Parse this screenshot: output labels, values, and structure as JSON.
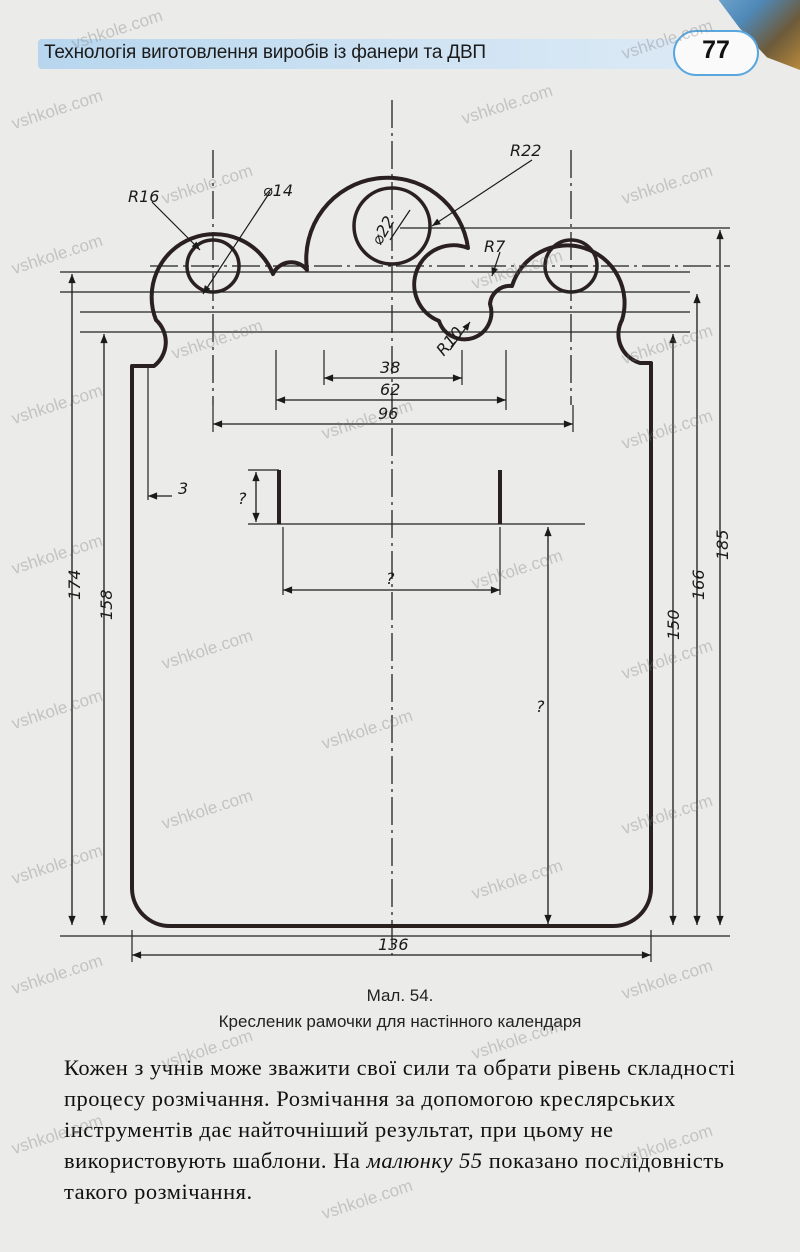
{
  "header": {
    "title": "Технологія виготовлення виробів із фанери та ДВП",
    "page_number": "77"
  },
  "figure": {
    "number_label": "Мал. 54.",
    "caption": "Кресленик рамочки для настінного календаря",
    "dimensions": {
      "r16": "R16",
      "d14": "⌀14",
      "r22": "R22",
      "d22": "⌀22",
      "r7": "R7",
      "r10": "R10",
      "w38": "38",
      "w62": "62",
      "w96": "96",
      "w136": "136",
      "h174": "174",
      "h158": "158",
      "h150": "150",
      "h166": "166",
      "h185": "185",
      "t3": "3",
      "unknown_slot_h": "?",
      "unknown_slot_w": "?",
      "unknown_depth": "?"
    }
  },
  "body": {
    "part1": "Кожен з учнів може зважити свої сили та обрати рівень складності процесу розмічання. Розмічання за допомогою креслярських інструментів дає найточніший результат, при цьому не використовують шаблони. На ",
    "italic_ref": "малюнку 55",
    "part2": " показано послідовність такого розмічання."
  },
  "watermark": {
    "text": "vshkole.com"
  }
}
